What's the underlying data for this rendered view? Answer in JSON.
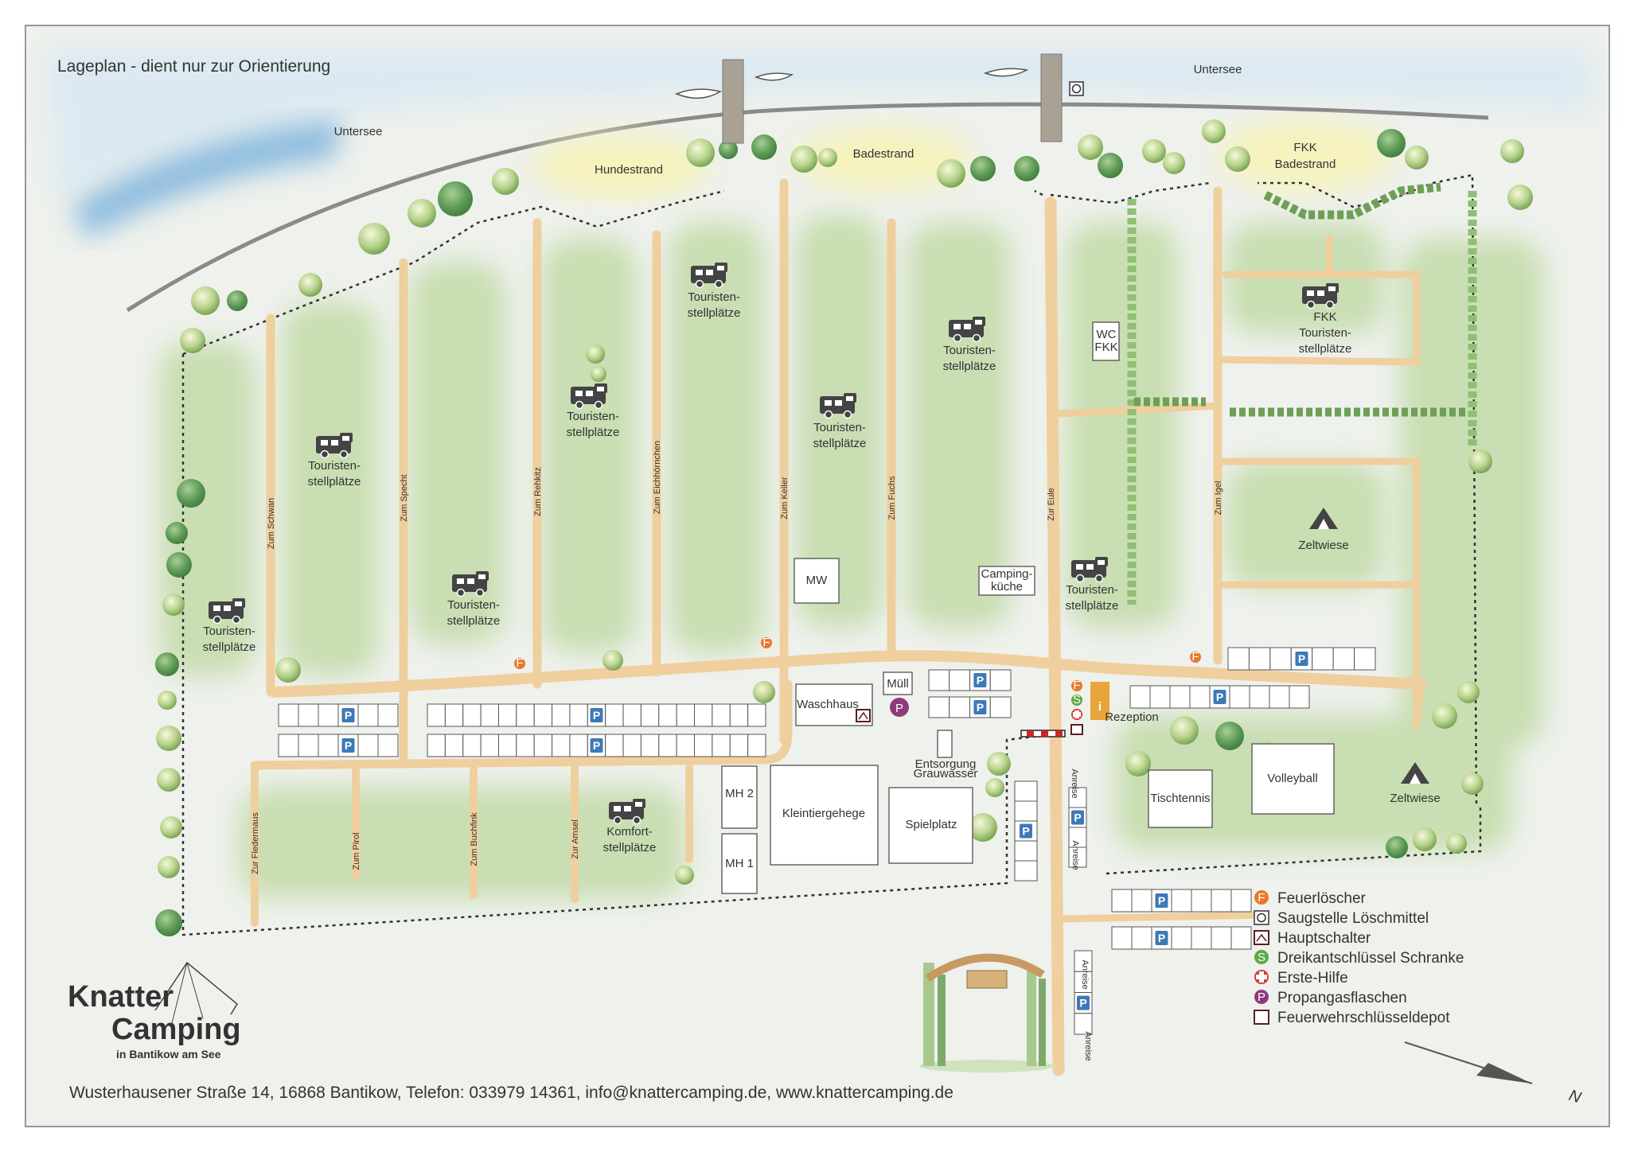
{
  "title": "Lageplan - dient nur zur Orientierung",
  "water": {
    "lake_left": "Untersee",
    "lake_right": "Untersee"
  },
  "beaches": {
    "dog": "Hundestrand",
    "bath": "Badestrand",
    "fkk_1": "FKK",
    "fkk_2": "Badestrand"
  },
  "streets": {
    "schwan": "Zum Schwan",
    "specht": "Zum Specht",
    "rehkitz": "Zum Rehkitz",
    "eichhoernchen": "Zum Eichhörnchen",
    "keiler": "Zum Keiler",
    "fuchs": "Zum Fuchs",
    "eule": "Zur Eule",
    "igel": "Zum Igel",
    "fledermaus": "Zur Fledermaus",
    "pirol": "Zum Pirol",
    "buchfink": "Zum Buchfink",
    "amsel": "Zur Amsel"
  },
  "areas": {
    "tourist_1": "Touristen-",
    "tourist_2": "stellplätze",
    "comfort_1": "Komfort-",
    "comfort_2": "stellplätze",
    "fkk_tourist_1": "FKK",
    "fkk_tourist_2": "Touristen-",
    "fkk_tourist_3": "stellplätze",
    "tent": "Zeltwiese"
  },
  "buildings": {
    "wc_1": "WC",
    "wc_2": "FKK",
    "mw": "MW",
    "kitchen_1": "Camping-",
    "kitchen_2": "küche",
    "waschhaus": "Waschhaus",
    "muell": "Müll",
    "entsorgung_1": "Entsorgung",
    "entsorgung_2": "Grauwasser",
    "mh1": "MH 1",
    "mh2": "MH 2",
    "kleintier": "Kleintiergehege",
    "spielplatz": "Spielplatz",
    "tischtennis": "Tischtennis",
    "volleyball": "Volleyball",
    "rezeption": "Rezeption",
    "anreise": "Anreise",
    "info": "i"
  },
  "symbols": {
    "parking": "P",
    "extinguisher": "F",
    "key": "S",
    "propane": "P"
  },
  "legend": [
    {
      "text": "Feuerlöscher",
      "icon": "extinguisher-icon"
    },
    {
      "text": "Saugstelle Löschmittel",
      "icon": "suction-point-icon"
    },
    {
      "text": "Hauptschalter",
      "icon": "main-switch-icon"
    },
    {
      "text": "Dreikantschlüssel Schranke",
      "icon": "key-icon"
    },
    {
      "text": "Erste-Hilfe",
      "icon": "first-aid-icon"
    },
    {
      "text": "Propangasflaschen",
      "icon": "propane-icon"
    },
    {
      "text": "Feuerwehrschlüsseldepot",
      "icon": "fire-key-depot-icon"
    }
  ],
  "logo": {
    "name_1": "Knatter",
    "name_2": "Camping",
    "tagline": "in Bantikow am See"
  },
  "footer": "Wusterhausener Straße 14, 16868 Bantikow, Telefon: 033979 14361, info@knattercamping.de, www.knattercamping.de",
  "compass": "N",
  "colors": {
    "road": "#f0cf9e",
    "grass": "#c5dcae",
    "water": "#a8cbe4",
    "beach": "#f7f4c3",
    "parking": "#3e79b7",
    "extinguisher": "#e8792b",
    "key": "#5ea844",
    "first_aid": "#d23b3b",
    "propane": "#8f3a7c",
    "info": "#e9a53d"
  }
}
